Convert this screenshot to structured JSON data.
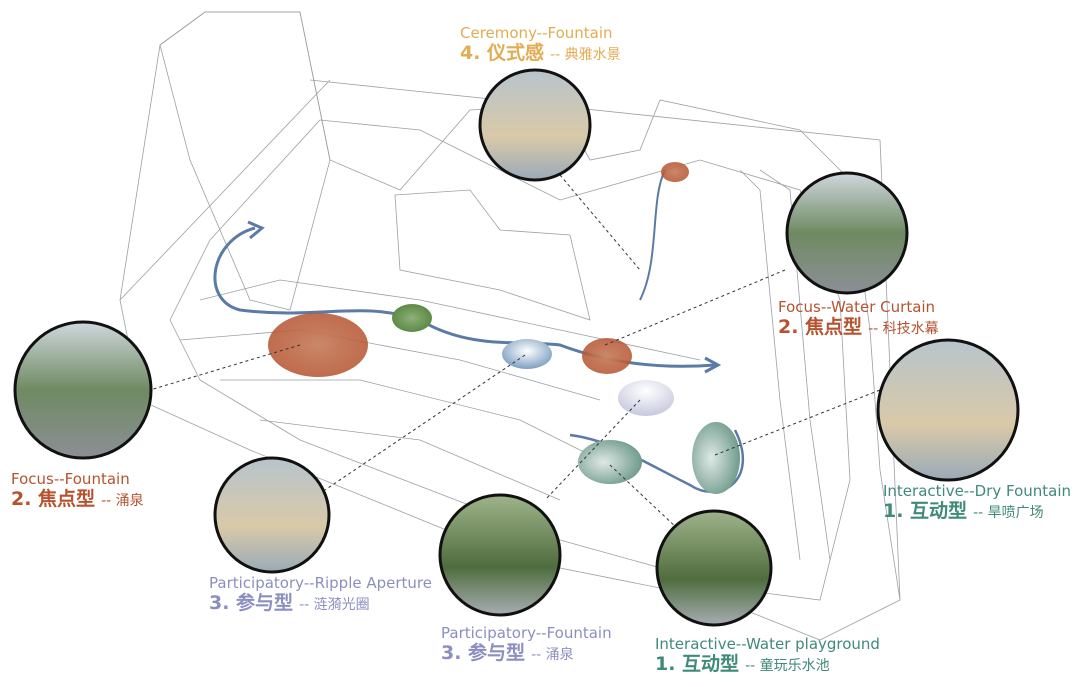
{
  "colors": {
    "focus": "#b5532f",
    "participatory": "#8b8fc0",
    "interactive": "#3f8a78",
    "ceremony": "#e2ac52",
    "route": "#5b7aa6"
  },
  "labels": {
    "ceremony": {
      "en": "Ceremony--Fountain",
      "num": "4. 仪式感",
      "sub": "-- 典雅水景"
    },
    "water_curtain": {
      "en": "Focus--Water Curtain",
      "num": "2. 焦点型",
      "sub": "-- 科技水幕"
    },
    "focus_fountain": {
      "en": "Focus--Fountain",
      "num": "2. 焦点型",
      "sub": "-- 涌泉"
    },
    "dry_fountain": {
      "en": "Interactive--Dry Fountain",
      "num": "1. 互动型",
      "sub": "-- 旱喷广场"
    },
    "ripple": {
      "en": "Participatory--Ripple Aperture",
      "num": "3. 参与型",
      "sub": "-- 涟漪光圈"
    },
    "part_fountain": {
      "en": "Participatory--Fountain",
      "num": "3. 参与型",
      "sub": "-- 涌泉"
    },
    "playground": {
      "en": "Interactive--Water playground",
      "num": "1. 互动型",
      "sub": "-- 童玩乐水池"
    }
  }
}
